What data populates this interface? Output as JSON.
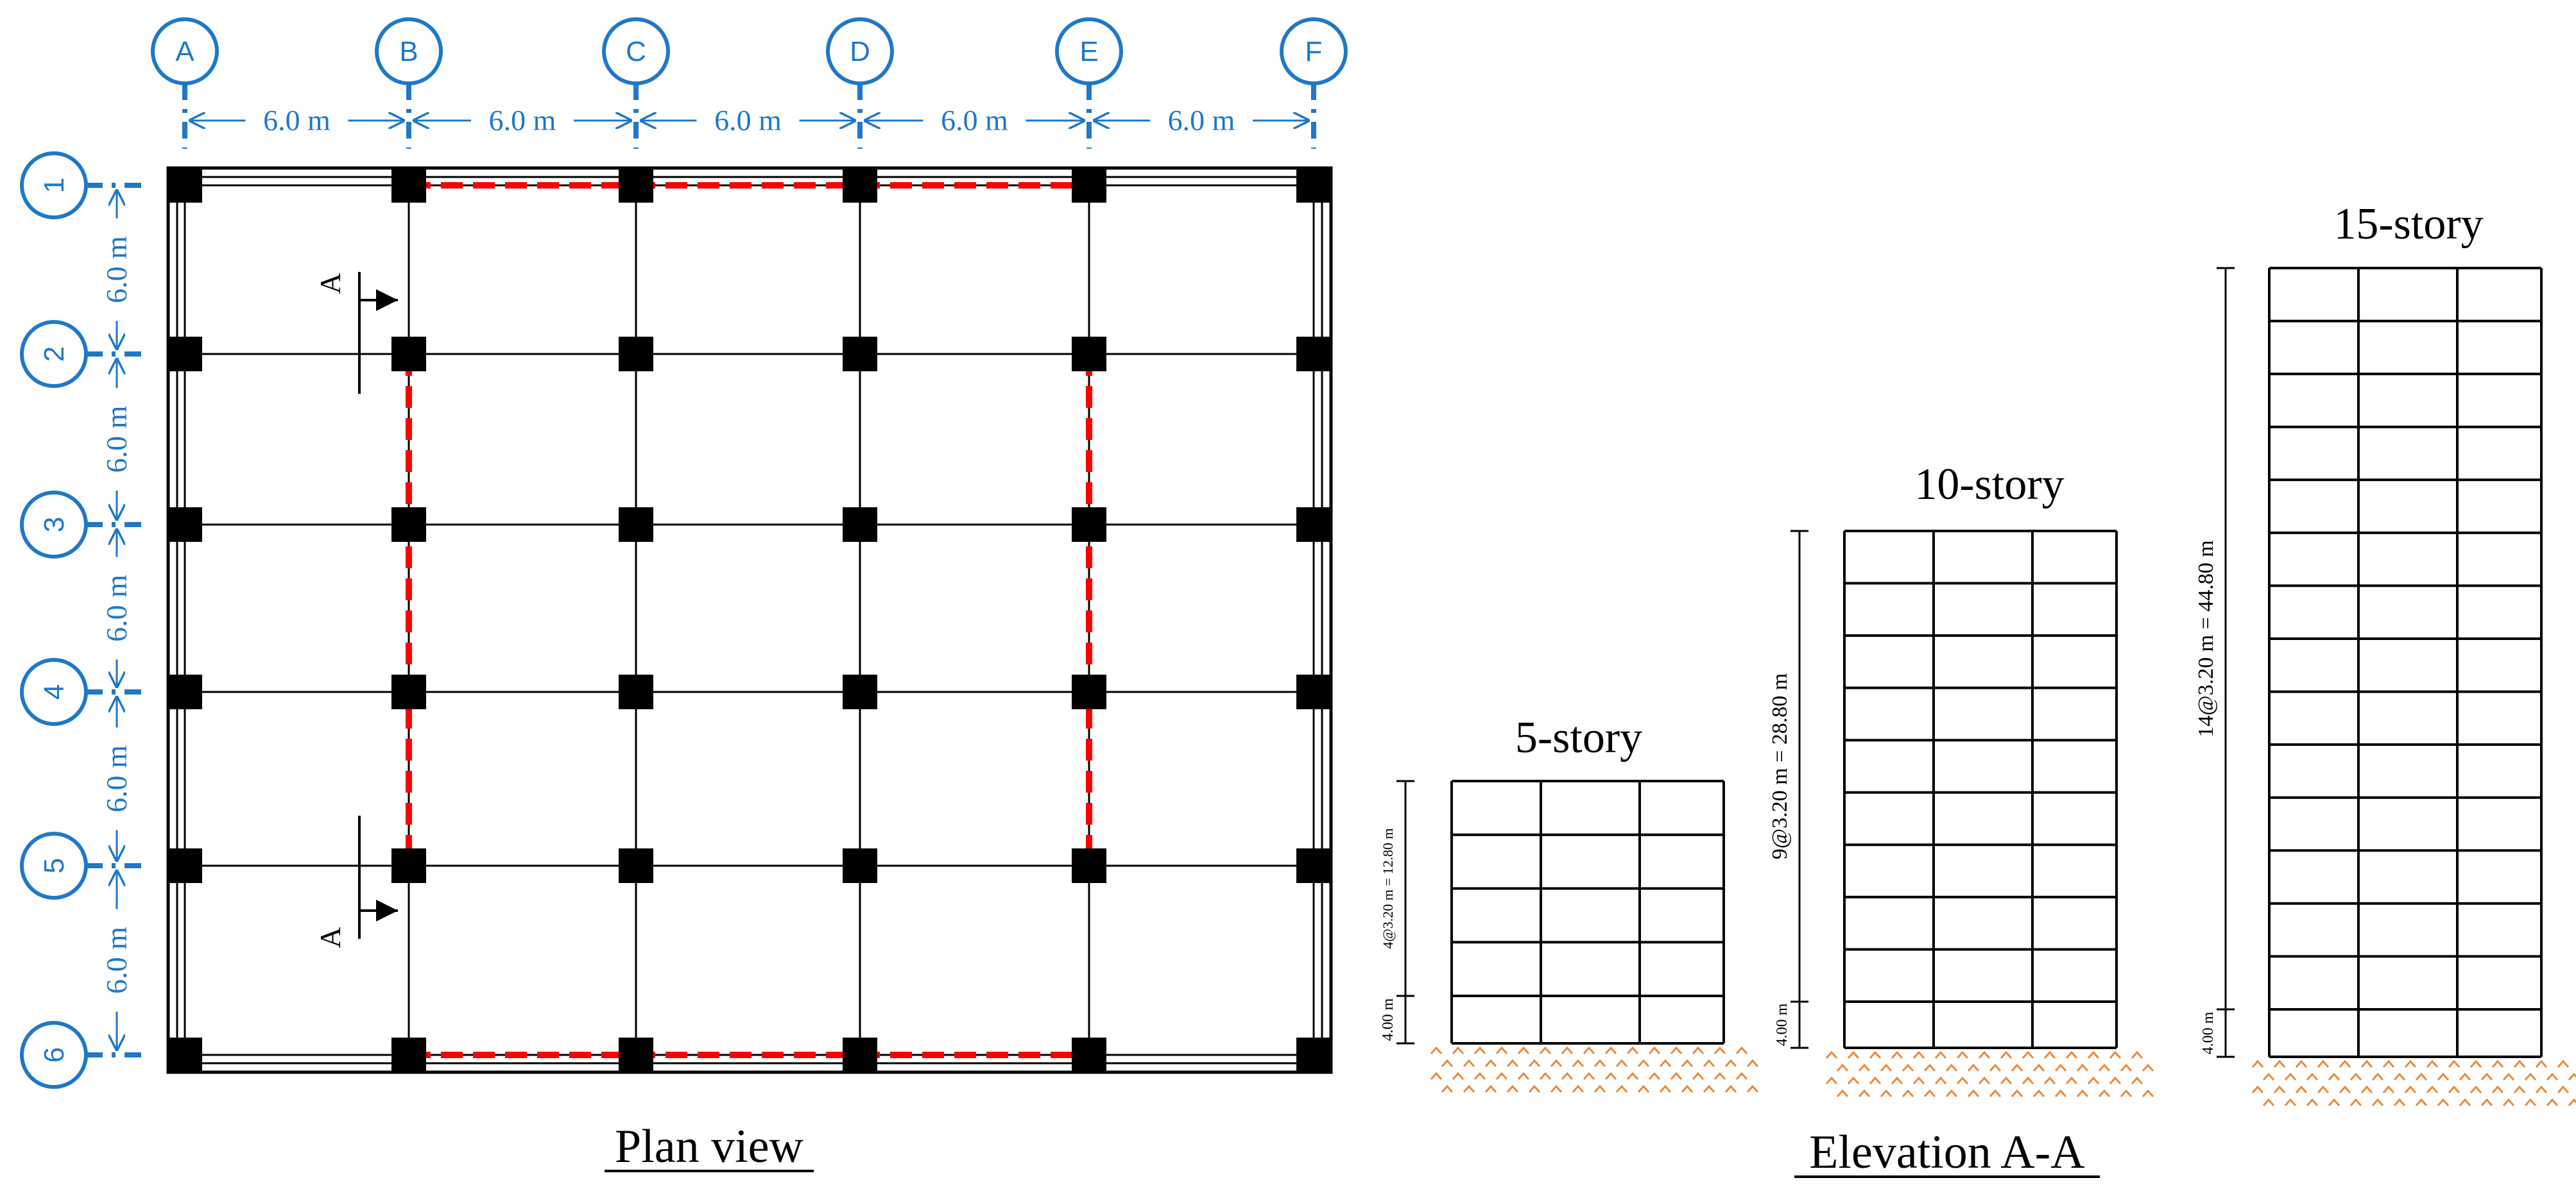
{
  "colors": {
    "grid_blue": "#1f78c8",
    "wall_red": "#ff0000",
    "soil_orange": "#ea8a3a",
    "line_black": "#000000"
  },
  "plan": {
    "column_labels": [
      "A",
      "B",
      "C",
      "D",
      "E",
      "F"
    ],
    "row_labels": [
      "1",
      "2",
      "3",
      "4",
      "5",
      "6"
    ],
    "bay_spacing_label": "6.0 m",
    "section_mark": "A",
    "caption": "Plan view"
  },
  "elevations": {
    "caption": "Elevation A-A",
    "buildings": [
      {
        "title": "5-story",
        "stories": 5,
        "bays": 3,
        "ground_label": "4.00 m",
        "upper_label": "4@3.20 m = 12.80 m"
      },
      {
        "title": "10-story",
        "stories": 10,
        "bays": 3,
        "ground_label": "4.00 m",
        "upper_label": "9@3.20 m = 28.80 m"
      },
      {
        "title": "15-story",
        "stories": 15,
        "bays": 3,
        "ground_label": "4.00 m",
        "upper_label": "14@3.20 m = 44.80 m"
      }
    ]
  }
}
